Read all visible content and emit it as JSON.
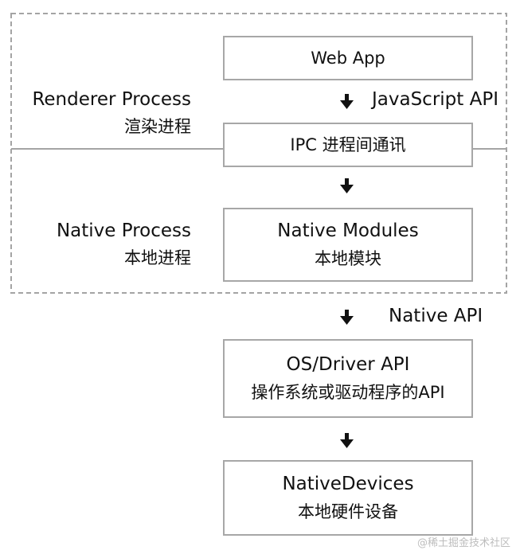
{
  "diagram": {
    "boxes": {
      "web_app": {
        "line1": "Web App"
      },
      "ipc": {
        "line1": "IPC 进程间通讯"
      },
      "native_modules": {
        "line1": "Native Modules",
        "line2": "本地模块"
      },
      "os_driver": {
        "line1": "OS/Driver API",
        "line2": "操作系统或驱动程序的API"
      },
      "native_devices": {
        "line1": "NativeDevices",
        "line2": "本地硬件设备"
      }
    },
    "side_labels": {
      "renderer": {
        "en": "Renderer Process",
        "zh": "渲染进程"
      },
      "native": {
        "en": "Native Process",
        "zh": "本地进程"
      }
    },
    "arrow_labels": {
      "javascript_api": "JavaScript API",
      "native_api": "Native API"
    }
  },
  "watermark": "@稀土掘金技术社区",
  "colors": {
    "dashed_border": "#a4a4a4",
    "box_border": "#a7a7a7",
    "arrow": "#111111",
    "text": "#111111"
  }
}
